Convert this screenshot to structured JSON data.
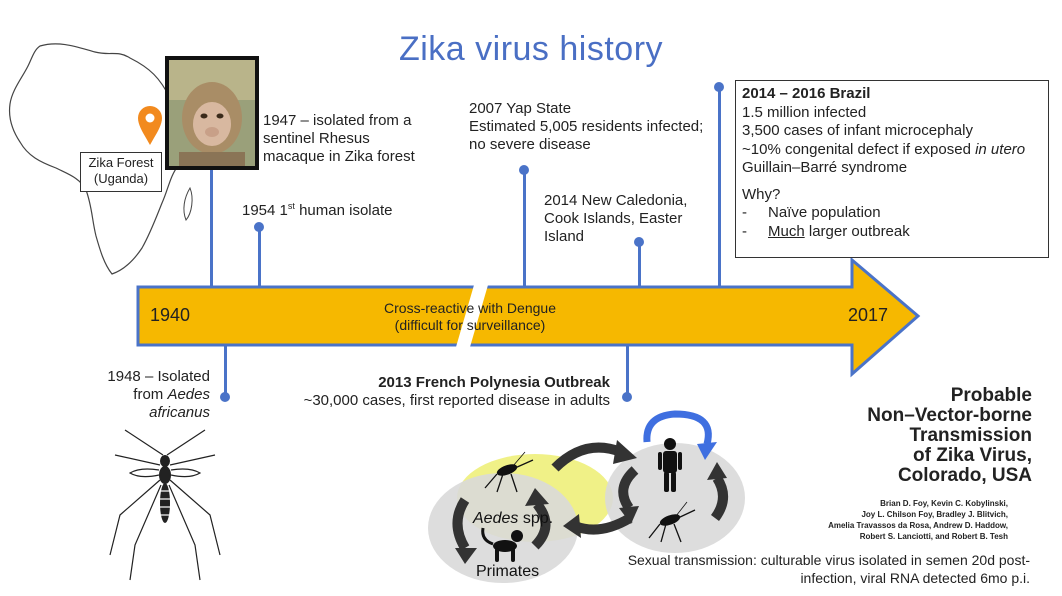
{
  "title": "Zika virus history",
  "map": {
    "location_label_line1": "Zika Forest",
    "location_label_line2": "(Uganda)"
  },
  "timeline": {
    "start_year": "1940",
    "end_year": "2017",
    "center_line1": "Cross-reactive with Dengue",
    "center_line2": "(difficult for surveillance)"
  },
  "events": {
    "e1947_line1": "1947 – isolated from a",
    "e1947_line2": "sentinel Rhesus",
    "e1947_line3": "macaque in Zika forest",
    "e1954_pre": "1954 1",
    "e1954_sup": "st",
    "e1954_post": " human isolate",
    "e2007_line1": "2007 Yap State",
    "e2007_line2": "Estimated 5,005 residents infected;",
    "e2007_line3": "no severe disease",
    "e2014_line1": "2014 New Caledonia,",
    "e2014_line2": "Cook Islands, Easter",
    "e2014_line3": "Island",
    "e1948_line1": "1948 – Isolated",
    "e1948_line2_pre": "from ",
    "e1948_line2_italic": "Aedes",
    "e1948_line3": "africanus",
    "e2013_title": "2013 French Polynesia Outbreak",
    "e2013_detail": "~30,000 cases, first reported disease in adults"
  },
  "brazil_box": {
    "heading": "2014 – 2016 Brazil",
    "line1": "1.5 million infected",
    "line2": "3,500 cases of infant microcephaly",
    "line3_pre": "~10% congenital defect if exposed ",
    "line3_italic": "in utero",
    "line4": "Guillain–Barré syndrome",
    "why": "Why?",
    "bullet1": "Naïve population",
    "bullet2_underlined": "Much",
    "bullet2_rest": " larger outbreak",
    "dash": "-"
  },
  "paper": {
    "title_line1": "Probable",
    "title_line2": "Non–Vector-borne",
    "title_line3": "Transmission",
    "title_line4": "of Zika Virus,",
    "title_line5": "Colorado, USA",
    "authors_line1": "Brian D. Foy, Kevin C. Kobylinski,",
    "authors_line2": "Joy L. Chilson Foy, Bradley J. Blitvich,",
    "authors_line3": "Amelia Travassos da Rosa, Andrew D. Haddow,",
    "authors_line4": "Robert S. Lanciotti, and Robert B. Tesh"
  },
  "cycle": {
    "vector_italic": "Aedes",
    "vector_rest": " spp.",
    "host_label": "Primates"
  },
  "sexual_transmission": {
    "line1": "Sexual transmission: culturable virus isolated in semen 20d post-",
    "line2": "infection, viral RNA detected 6mo p.i."
  },
  "colors": {
    "title": "#4a6fc4",
    "timeline_fill": "#f6b800",
    "timeline_border": "#4a73c8",
    "marker": "#f28a1e",
    "connector": "#4a73c8",
    "highlight_yellow": "#eef07a",
    "cycle_grey": "#d9d9d9",
    "arrow_dark": "#333333",
    "arrow_blue": "#3f6fe0"
  },
  "icons": [
    "map-pin-icon",
    "africa-map-icon",
    "macaque-photo-icon",
    "mosquito-icon",
    "human-icon",
    "monkey-icon"
  ]
}
